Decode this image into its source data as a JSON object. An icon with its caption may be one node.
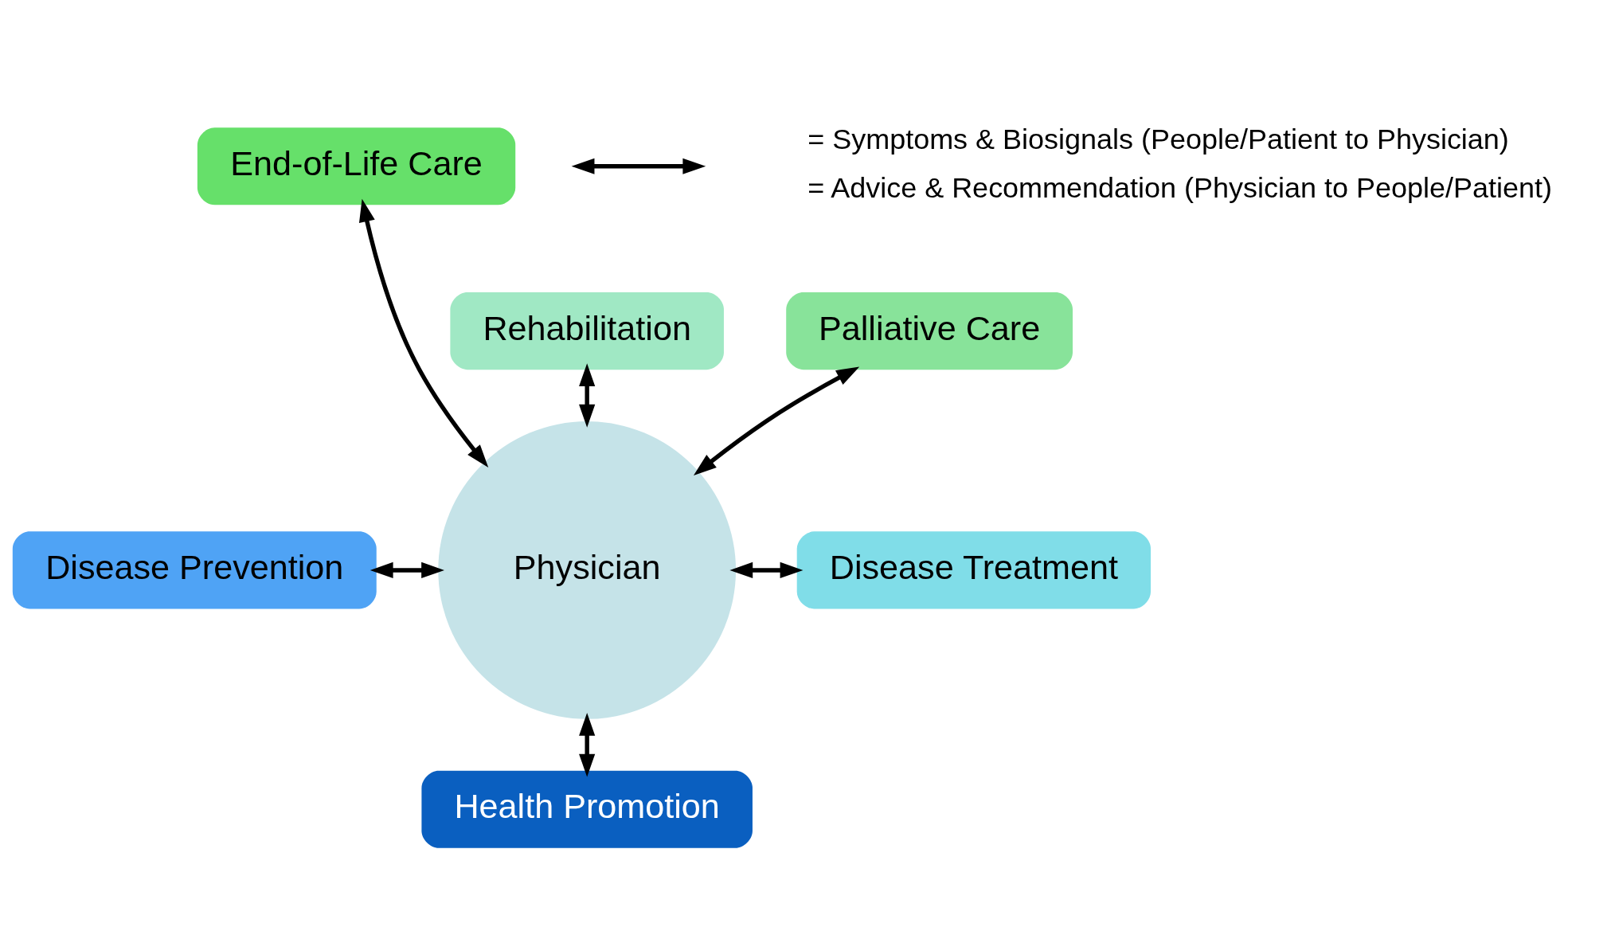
{
  "diagram": {
    "nodes": [
      {
        "text": [
          "End-of-Life Care"
        ]
      },
      {
        "text": [
          "Rehabilitation"
        ]
      },
      {
        "text": [
          "Palliative Care"
        ]
      },
      {
        "text": [
          "Disease Prevention"
        ]
      },
      {
        "text": [
          "Physician"
        ]
      },
      {
        "text": [
          "Disease Treatment"
        ]
      },
      {
        "text": [
          "Health Promotion"
        ]
      }
    ],
    "edges": [
      {
        "from": 0,
        "to": 4,
        "arrow": "both"
      },
      {
        "from": 1,
        "to": 4,
        "arrow": "both"
      },
      {
        "from": 2,
        "to": 4,
        "arrow": "both"
      },
      {
        "from": 3,
        "to": 4,
        "arrow": "both"
      },
      {
        "from": 4,
        "to": 5,
        "arrow": "both"
      },
      {
        "from": 4,
        "to": 6,
        "arrow": "both"
      }
    ],
    "legend": [
      {
        "text": "= Symptoms & Biosignals (People/Patient to Physician)"
      },
      {
        "text": "= Advice & Recommendation (Physician to People/Patient)"
      }
    ]
  }
}
